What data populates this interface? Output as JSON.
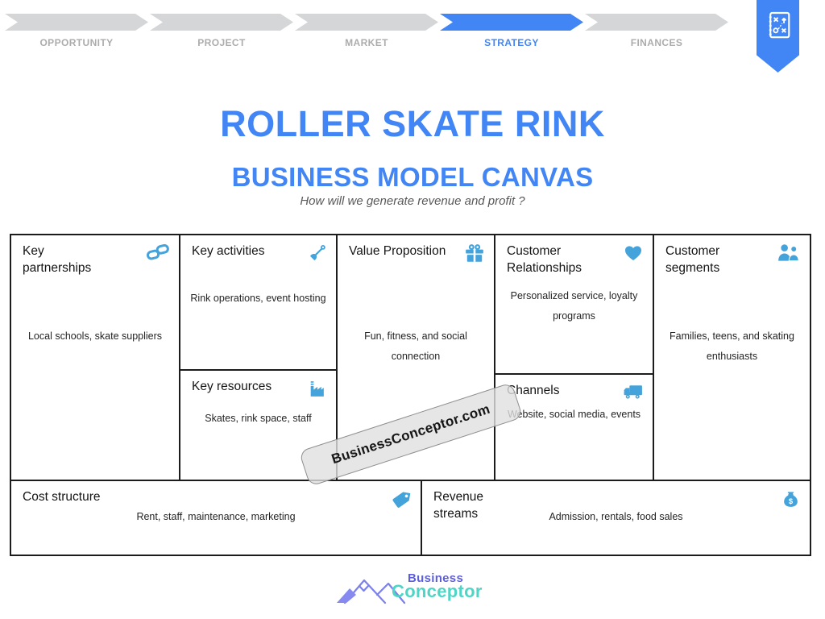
{
  "stepper": {
    "steps": [
      {
        "label": "OPPORTUNITY",
        "active": false
      },
      {
        "label": "PROJECT",
        "active": false
      },
      {
        "label": "MARKET",
        "active": false
      },
      {
        "label": "STRATEGY",
        "active": true
      },
      {
        "label": "FINANCES",
        "active": false
      }
    ]
  },
  "bookmark": {
    "icon": "strategy-playbook-icon"
  },
  "header": {
    "title": "ROLLER SKATE RINK",
    "subtitle": "BUSINESS MODEL CANVAS",
    "tagline": "How will we generate revenue and profit ?"
  },
  "canvas": {
    "key_partnerships": {
      "title": "Key\npartnerships",
      "icon": "chain-link-icon",
      "content": "Local schools, skate suppliers"
    },
    "key_activities": {
      "title": "Key activities",
      "icon": "shovel-icon",
      "content": "Rink operations, event hosting"
    },
    "key_resources": {
      "title": "Key resources",
      "icon": "factory-icon",
      "content": "Skates, rink space, staff"
    },
    "value_proposition": {
      "title": "Value Proposition",
      "icon": "gift-icon",
      "content": "Fun, fitness, and social\nconnection"
    },
    "customer_relationships": {
      "title": "Customer\nRelationships",
      "icon": "heart-icon",
      "content": "Personalized service, loyalty\nprograms"
    },
    "channels": {
      "title": "Channels",
      "icon": "truck-icon",
      "content": "Website, social media, events"
    },
    "customer_segments": {
      "title": "Customer\nsegments",
      "icon": "people-icon",
      "content": "Families, teens, and skating\nenthusiasts"
    },
    "cost_structure": {
      "title": "Cost structure",
      "icon": "price-tag-icon",
      "content": "Rent, staff, maintenance, marketing"
    },
    "revenue_streams": {
      "title": "Revenue\nstreams",
      "icon": "money-bag-icon",
      "content": "Admission, rentals, food sales"
    }
  },
  "watermark": {
    "text": "BusinessConceptor.com"
  },
  "footer_logo": {
    "line1": "Business",
    "line2": "Conceptor"
  },
  "colors": {
    "accent_blue": "#4285f4",
    "icon_blue": "#44a3da",
    "arrow_gray": "#d5d6d8",
    "label_gray": "#acacac",
    "border_black": "#1c1c1c",
    "logo_purple": "#5d5fd9",
    "logo_teal": "#4ed5c5"
  }
}
